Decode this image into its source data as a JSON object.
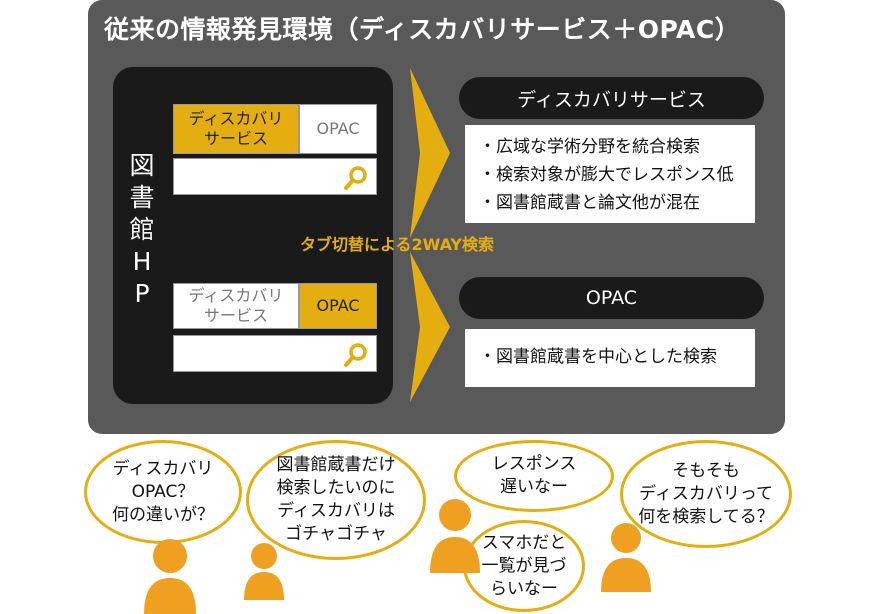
{
  "title": "従来の情報発見環境（ディスカバリサービス＋OPAC）",
  "library_hp": [
    "図",
    "書",
    "館",
    "H",
    "P"
  ],
  "tabs": {
    "discovery": "ディスカバリ\nサービス",
    "opac": "OPAC"
  },
  "search_icon": "magnifier-icon",
  "middle_label": "タブ切替による2WAY検索",
  "discovery_service": {
    "heading": "ディスカバリサービス",
    "bullets": [
      "・広域な学術分野を統合検索",
      "・検索対象が膨大でレスポンス低",
      "・図書館蔵書と論文他が混在"
    ]
  },
  "opac": {
    "heading": "OPAC",
    "bullets": [
      "・図書館蔵書を中心とした検索"
    ]
  },
  "bubbles": [
    "ディスカバリ\nOPAC？\n何の違いが？",
    "図書館蔵書だけ\n検索したいのに\nディスカバリは\nゴチャゴチャ",
    "レスポンス\n遅いなー",
    "スマホだと\n一覧が見づ\nらいなー",
    "そもそも\nディスカバリって\n何を検索してる？"
  ],
  "colors": {
    "accent": "#e5ae10",
    "panel": "#595959",
    "dark": "#1a1a1a"
  }
}
